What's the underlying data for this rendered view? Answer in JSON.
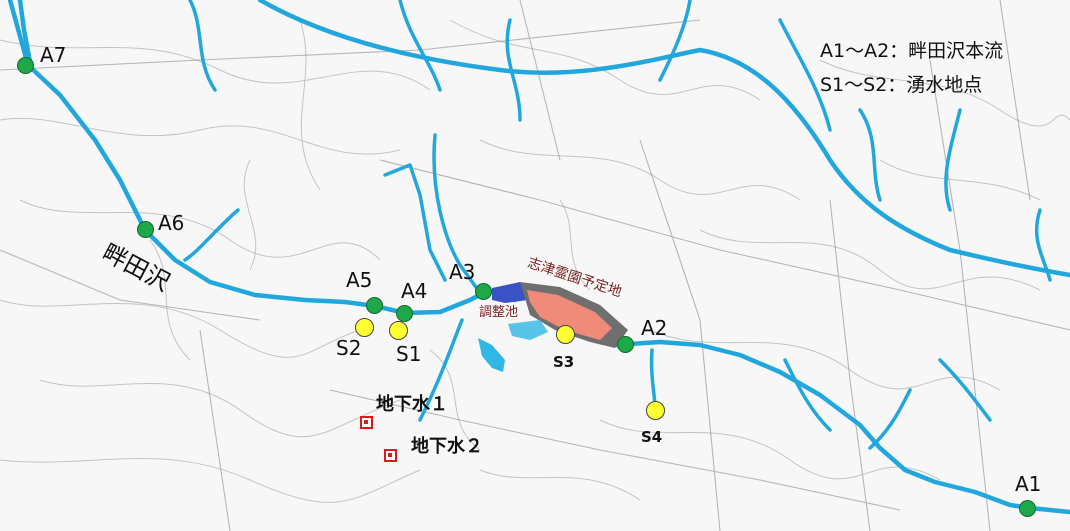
{
  "legend": {
    "line1": "A1～A2：畔田沢本流",
    "line2": "S1～S2：湧水地点"
  },
  "river_label": "畔田沢",
  "site_label": "志津霊園予定地",
  "pond_label": "調整池",
  "stream_points": [
    {
      "id": "A1",
      "label": "A1"
    },
    {
      "id": "A2",
      "label": "A2"
    },
    {
      "id": "A3",
      "label": "A3"
    },
    {
      "id": "A4",
      "label": "A4"
    },
    {
      "id": "A5",
      "label": "A5"
    },
    {
      "id": "A6",
      "label": "A6"
    },
    {
      "id": "A7",
      "label": "A7"
    }
  ],
  "spring_points": [
    {
      "id": "S1",
      "label": "S1"
    },
    {
      "id": "S2",
      "label": "S2"
    },
    {
      "id": "S3",
      "label": "S3"
    },
    {
      "id": "S4",
      "label": "S4"
    }
  ],
  "groundwater_points": [
    {
      "id": "GW1",
      "label": "地下水１"
    },
    {
      "id": "GW2",
      "label": "地下水２"
    }
  ],
  "colors": {
    "stream": "#22a7dd",
    "stream_point": "#1fa84a",
    "spring_point": "#ffff33",
    "groundwater_marker": "#e01818",
    "site_fill": "#f08b7a",
    "site_gray": "#6f6f6f",
    "pond_fill": "#3a53c4",
    "label_red": "#7a1f1f"
  }
}
